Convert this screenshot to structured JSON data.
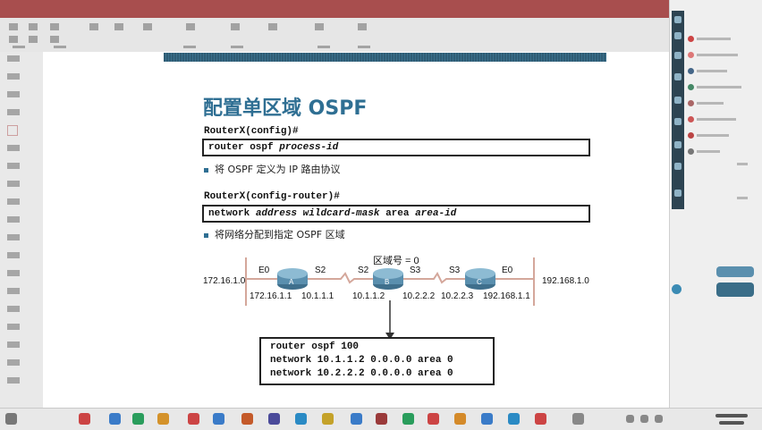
{
  "slide": {
    "title": "配置单区域 OSPF",
    "prompt1": "RouterX(config)#",
    "cmd1": {
      "kw": "router ospf",
      "arg": "process-id"
    },
    "bullet1": "将 OSPF 定义为 IP 路由协议",
    "prompt2": "RouterX(config-router)#",
    "cmd2": {
      "kw1": "network",
      "arg1": "address wildcard-mask",
      "kw2": "area",
      "arg2": "area-id"
    },
    "bullet2": "将网络分配到指定 OSPF 区域",
    "area_label": "区域号 = 0",
    "network_left": "172.16.1.0",
    "network_right": "192.168.1.0",
    "routers": [
      "A",
      "B",
      "C"
    ],
    "interfaces": {
      "a_e0": "E0",
      "a_s2": "S2",
      "b_s2": "S2",
      "b_s3": "S3",
      "c_s3": "S3",
      "c_e0": "E0"
    },
    "addresses": {
      "a_e0": "172.16.1.1",
      "a_s2": "10.1.1.1",
      "b_s2": "10.1.1.2",
      "b_s3": "10.2.2.2",
      "c_s3": "10.2.2.3",
      "c_e0": "192.168.1.1"
    },
    "config": [
      "router ospf 100",
      "network 10.1.1.2 0.0.0.0 area 0",
      "network 10.2.2.2 0.0.0.0 area 0"
    ]
  },
  "colors": {
    "title": "#2f6f93",
    "band": "#2f5c74",
    "router": "#5a8fae",
    "link": "#d4a79b"
  }
}
